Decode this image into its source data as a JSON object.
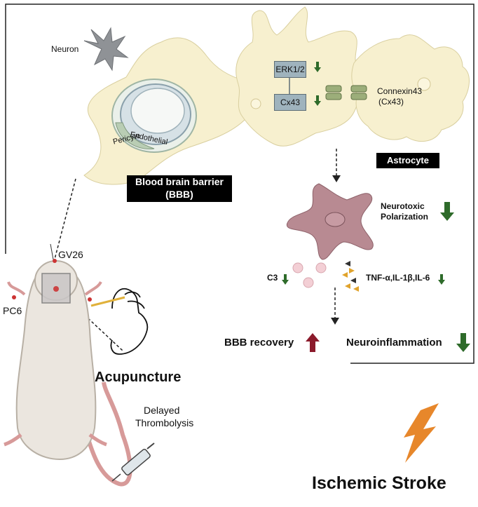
{
  "labels": {
    "neuron": "Neuron",
    "erk": "ERK1/2",
    "cx43": "Cx43",
    "connexin": "Connexin43",
    "connexin_abbr": "(Cx43)",
    "endothelial": "Endothelial",
    "pericyte": "Pericyte",
    "astrocyte": "Astrocyte",
    "bbb_line1": "Blood brain barrier",
    "bbb_line2": "(BBB)",
    "neurotoxic_line1": "Neurotoxic",
    "neurotoxic_line2": "Polarization",
    "gv26": "GV26",
    "pc6": "PC6",
    "c3": "C3",
    "cytokines": "TNF-α,IL-1β,IL-6",
    "bbb_recovery": "BBB recovery",
    "neuroinflammation": "Neuroinflammation",
    "acupuncture": "Acupuncture",
    "delayed_line1": "Delayed",
    "delayed_line2": "Thrombolysis",
    "ischemic_stroke": "Ischemic Stroke"
  },
  "colors": {
    "down_arrow": "#2e6b2a",
    "up_arrow": "#8b1a2b",
    "cell_fill": "#f7f0cf",
    "microglia": "#b88a92",
    "lightning": "#e7872b"
  }
}
